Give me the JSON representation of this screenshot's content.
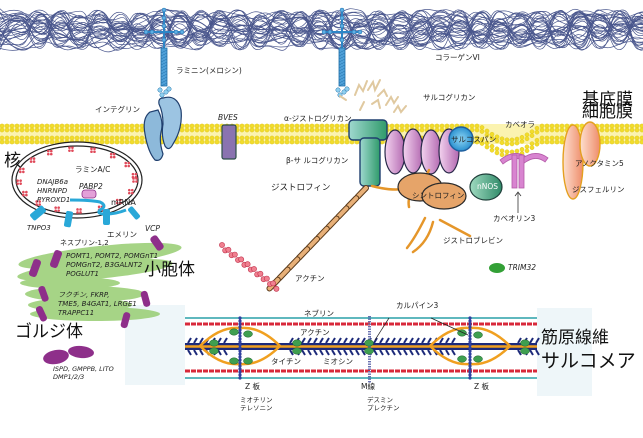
{
  "regions": {
    "basement_membrane": "基底膜",
    "cell_membrane": "細胞膜",
    "nucleus": "核",
    "er": "小胞体",
    "golgi": "ゴルジ体",
    "myofibril": "筋原線維",
    "sarcomere": "サルコメア"
  },
  "labels": {
    "laminin": "ラミニン(メロシン)",
    "collagen": "コラーゲンVI",
    "integrin": "インテグリン",
    "bves": "BVES",
    "alpha_dg": "α-ジストログリカン",
    "beta_sg": "β-サ ルコグリカン",
    "sarcoglycan": "サルコグリカン",
    "sarcospan": "サルコスパン",
    "caveola": "カベオラ",
    "anoctamin": "アノクタミン5",
    "dysferlin": "ジスフェルリン",
    "caveolin": "カベオリン3",
    "nnos": "nNOS",
    "syntrophin": "シントロフィン",
    "dystrobrevin": "ジストロブレビン",
    "dystrophin": "ジストロフィン",
    "actin_cyto": "アクチン",
    "trim32": "TRIM32",
    "lamin": "ラミンA/C",
    "nuclear_genes": "DNAJB6a\nHNRNPD\nPYROXD1",
    "pabp2": "PABP2",
    "mrna": "mRNA",
    "tnpo3": "TNPO3",
    "nesprin": "ネスプリン-1,2",
    "emerin": "エメリン",
    "vcp": "VCP",
    "er_genes": "POMT1, POMT2, POMGnT1\nPOMGnT2, B3GALNT2\nPOGLUT1",
    "golgi_genes": "フクチン, FKRP,\nTME5, B4GAT1, LRGE1\nTRAPPC11",
    "cyto_genes": "ISPD, GMPPB, LITO\nDMP1/2/3",
    "nebulin": "ネブリン",
    "calpain": "カルパイン3",
    "actin_sarc": "アクチン",
    "titin": "タイチン",
    "myosin": "ミオシン",
    "zdisc1": "Z 板",
    "zdisc2": "Z 板",
    "mline": "M線",
    "z_proteins": "ミオチリン\nテレソニン",
    "m_proteins": "デスミン\nプレクチン"
  },
  "colors": {
    "collagen": "#2b3a7a",
    "membrane": "#f2dc2c",
    "laminin": "#3a8fcf",
    "integrin": "#7fb2d6",
    "dystroglycan": "#3aa58a",
    "sarcoglycan": "#c77cc4",
    "sarcospan": "#3aa0d8",
    "syntrophin": "#e3a064",
    "nnos": "#3f9f78",
    "caveolin": "#d77ad0",
    "dysferlin": "#f0a07a",
    "bves": "#8a73b0",
    "dystrophin": "#c88a50",
    "actin": "#e24a5a",
    "er": "#8fca6a",
    "golgi_vesicle": "#8e2f8a",
    "trim32": "#33a036",
    "myosin": "#1d2a7a",
    "titin": "#f0a020"
  }
}
